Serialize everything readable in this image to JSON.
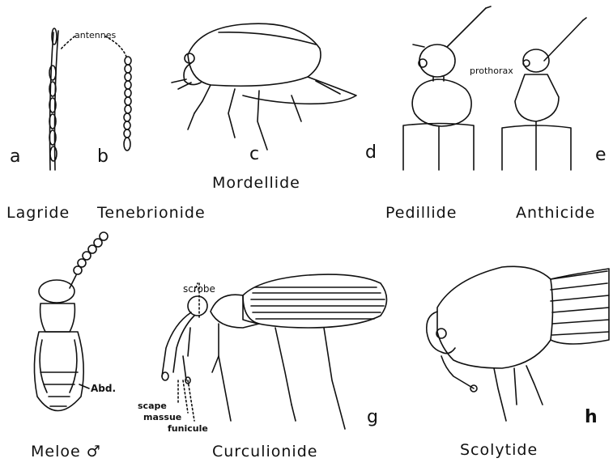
{
  "figures": [
    {
      "id": "a",
      "letter": "a",
      "name": "Lagride"
    },
    {
      "id": "b",
      "letter": "b",
      "name": "Tenebrionide"
    },
    {
      "id": "c",
      "letter": "c",
      "name": "Mordellide"
    },
    {
      "id": "d",
      "letter": "d",
      "name": "Pedillide"
    },
    {
      "id": "e",
      "letter": "e",
      "name": "Anthicide"
    },
    {
      "id": "meloe",
      "letter": "",
      "name": "Meloe ♂"
    },
    {
      "id": "g",
      "letter": "g",
      "name": "Curculionide"
    },
    {
      "id": "h",
      "letter": "h",
      "name": "Scolytide"
    }
  ],
  "annotations": {
    "antennes": "antennes",
    "prothorax": "prothorax",
    "abd": "Abd.",
    "scrobe": "scrobe",
    "scape": "scape",
    "massue": "massue",
    "funicule": "funicule"
  },
  "colors": {
    "ink": "#111111",
    "paper": "#ffffff"
  }
}
